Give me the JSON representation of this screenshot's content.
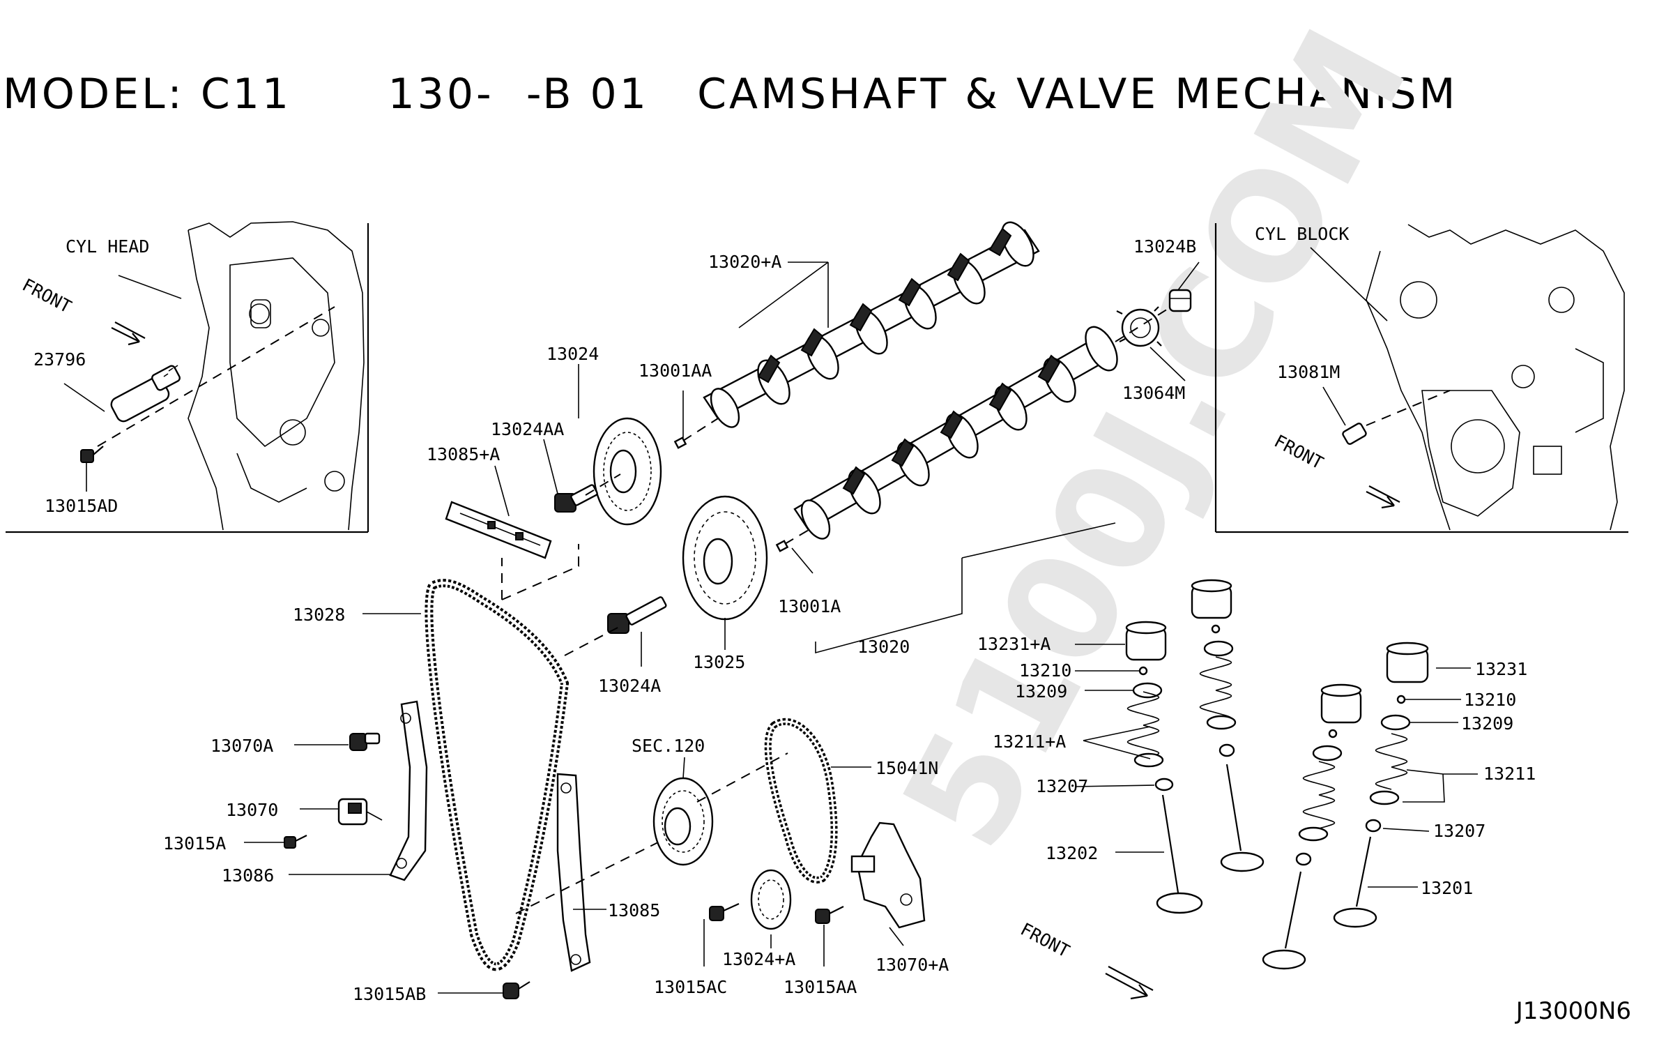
{
  "header": {
    "title": "MODEL: C11      130-  -B 01   CAMSHAFT & VALVE MECHANISM",
    "ref_code": "J13000N6"
  },
  "watermark": "5100J.COM",
  "insets": {
    "left": {
      "area_label": "CYL HEAD",
      "direction_label": "FRONT"
    },
    "right": {
      "area_label": "CYL BLOCK",
      "direction_label": "FRONT"
    }
  },
  "main_direction_label": "FRONT",
  "part_labels": {
    "p23796": "23796",
    "p13015AD": "13015AD",
    "p13020A": "13020+A",
    "p13024": "13024",
    "p13001AA": "13001AA",
    "p13024AA": "13024AA",
    "p13085A": "13085+A",
    "p13024B": "13024B",
    "p13064M": "13064M",
    "p13081M": "13081M",
    "p13028": "13028",
    "p13001A": "13001A",
    "p13020": "13020",
    "p13025": "13025",
    "p13024A": "13024A",
    "p13231A": "13231+A",
    "p13210a": "13210",
    "p13209a": "13209",
    "p13211A": "13211+A",
    "p13207a": "13207",
    "p13202": "13202",
    "p13231": "13231",
    "p13210b": "13210",
    "p13209b": "13209",
    "p13211": "13211",
    "p13207b": "13207",
    "p13201": "13201",
    "p13070A": "13070A",
    "p13070": "13070",
    "p13015A": "13015A",
    "p13086": "13086",
    "sec120": "SEC.120",
    "p15041N": "15041N",
    "p13085": "13085",
    "p13024pA": "13024+A",
    "p13070pA": "13070+A",
    "p13015AC": "13015AC",
    "p13015AA": "13015AA",
    "p13015AB": "13015AB"
  }
}
